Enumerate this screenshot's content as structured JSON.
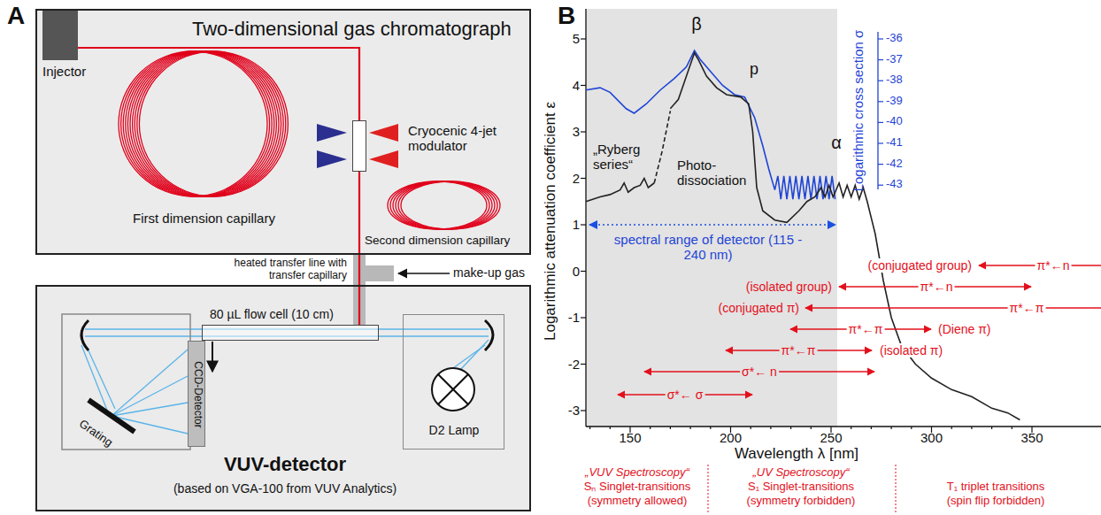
{
  "diagram": {
    "nodes": [
      {
        "text": [
          "Two-dimensional gas chromatograph"
        ]
      },
      {
        "text": [
          "Injector"
        ],
        "in": 0
      },
      {
        "text": [
          "Cryocenic 4-jet modulator"
        ],
        "in": 0
      },
      {
        "text": [
          "VUV-detector",
          "(based on VGA-100 from VUV Analytics)"
        ]
      },
      {
        "text": [
          "80 µL flow cell (10 cm)"
        ],
        "in": 3
      },
      {
        "text": [
          "CCD-Detector"
        ],
        "in": 3
      },
      {
        "text": [
          "D2 Lamp"
        ],
        "in": 3
      }
    ],
    "edges": [
      {
        "from": 1,
        "to": 2,
        "arrow": "none"
      },
      {
        "from": 2,
        "to": 4,
        "arrow": "none"
      }
    ],
    "labels": [
      "A",
      "First dimension capillary",
      "Second dimension capillary",
      "heated transfer line with transfer capillary",
      "make-up gas",
      "Grating",
      "B",
      "Logarithmic attenuation coefficient ε",
      "5",
      "4",
      "3",
      "2",
      "1",
      "0",
      "-1",
      "-2",
      "-3",
      "150",
      "200",
      "250",
      "300",
      "350",
      "Wavelength λ [nm]",
      "Logarithmic cross section σ",
      "-36",
      "-37",
      "-38",
      "-39",
      "-40",
      "-41",
      "-42",
      "-43",
      "β",
      "p",
      "α",
      "„Ryberg series“",
      "Photo-dissociation",
      "spectral range of detector (115 - 240 nm)",
      "(conjugated group)",
      "π*←n",
      "(isolated group)",
      "π*←n",
      "(conjugated π)",
      "π*←π",
      "π*←π",
      "(Diene π)",
      "π*←π",
      "(isolated π)",
      "σ*← n",
      "σ*← σ",
      "„VUV Spectroscopy“",
      "Sₙ Singlet-transitions",
      "(symmetry allowed)",
      "„UV Spectroscopy“",
      "S₁ Singlet-transitions",
      "(symmetry forbidden)",
      "T₁ triplet transitions",
      "(spin flip forbidden)"
    ]
  }
}
